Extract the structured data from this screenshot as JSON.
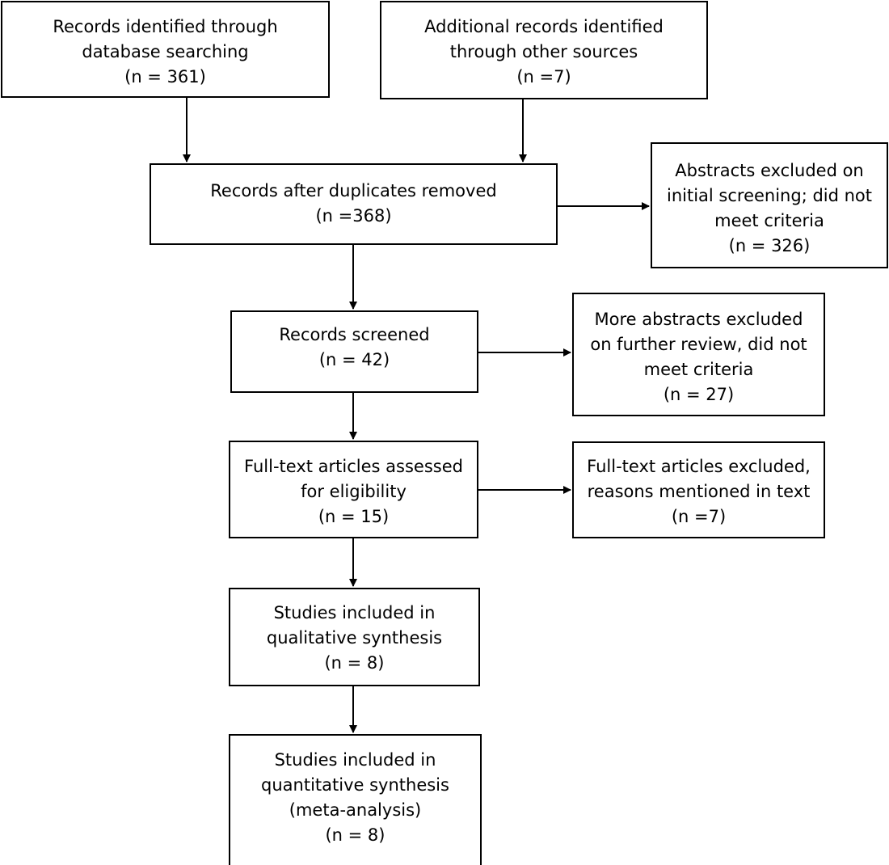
{
  "diagram": {
    "boxes": {
      "db_search": {
        "lines": [
          "Records identified through",
          "database searching"
        ],
        "count": "(n = 361)"
      },
      "other_sources": {
        "lines": [
          "Additional records identified",
          "through other sources"
        ],
        "count": "(n =7)"
      },
      "after_duplicates": {
        "lines": [
          "Records after duplicates removed"
        ],
        "count": "(n =368)"
      },
      "excluded_initial": {
        "lines": [
          "Abstracts excluded on",
          "initial screening; did not",
          "meet criteria"
        ],
        "count": "(n = 326)"
      },
      "screened": {
        "lines": [
          "Records screened"
        ],
        "count": "(n = 42)"
      },
      "excluded_further": {
        "lines": [
          "More abstracts excluded",
          "on further review, did not",
          "meet criteria"
        ],
        "count": "(n = 27)"
      },
      "fulltext_assessed": {
        "lines": [
          "Full-text articles assessed",
          "for eligibility"
        ],
        "count": "(n = 15)"
      },
      "fulltext_excluded": {
        "lines": [
          "Full-text articles excluded,",
          "reasons mentioned in text"
        ],
        "count": "(n =7)"
      },
      "qualitative": {
        "lines": [
          "Studies included in",
          "qualitative synthesis"
        ],
        "count": "(n = 8)"
      },
      "quantitative": {
        "lines": [
          "Studies included in",
          "quantitative synthesis",
          "(meta-analysis)"
        ],
        "count": "(n = 8)"
      }
    },
    "colors": {
      "stroke": "#000000",
      "fill": "#ffffff"
    }
  }
}
